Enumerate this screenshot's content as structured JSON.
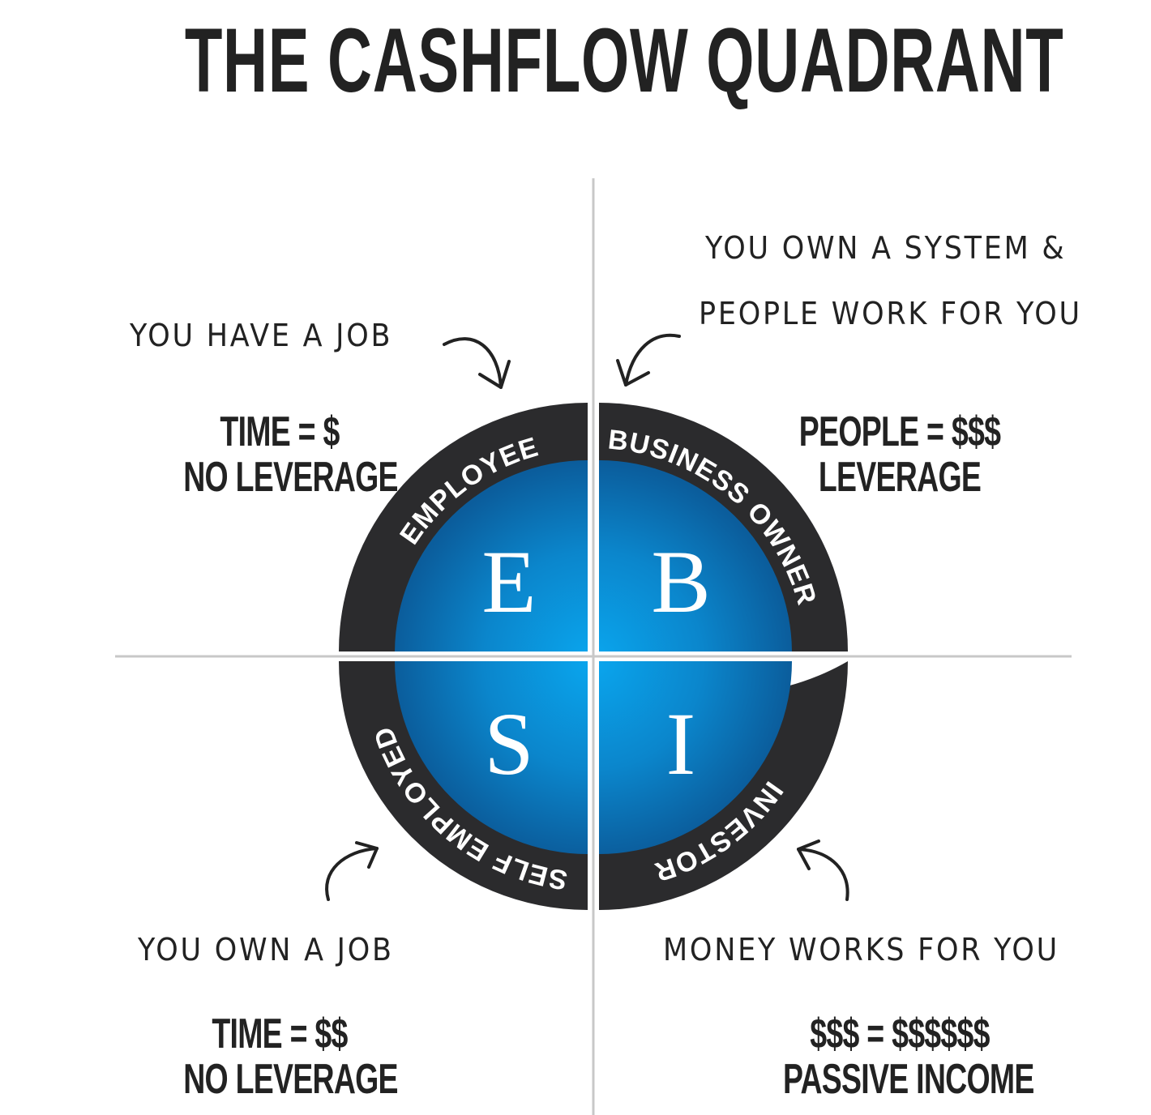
{
  "title": "THE CASHFLOW QUADRANT",
  "quadrants": {
    "employee": {
      "letter": "E",
      "ring_label": "EMPLOYEE",
      "note": "YOU HAVE A JOB",
      "stat_line1": "TIME = $",
      "stat_line2": "NO LEVERAGE"
    },
    "business_owner": {
      "letter": "B",
      "ring_label": "BUSINESS OWNER",
      "note_line1": "YOU OWN A SYSTEM &",
      "note_line2": "PEOPLE WORK FOR YOU",
      "stat_line1": "PEOPLE = $$$",
      "stat_line2": "LEVERAGE"
    },
    "self_employed": {
      "letter": "S",
      "ring_label": "SELF EMPLOYED",
      "note": "YOU OWN A JOB",
      "stat_line1": "TIME = $$",
      "stat_line2": "NO LEVERAGE"
    },
    "investor": {
      "letter": "I",
      "ring_label": "INVESTOR",
      "note": "MONEY WORKS FOR YOU",
      "stat_line1": "$$$ = $$$$$$",
      "stat_line2": "PASSIVE INCOME"
    }
  },
  "colors": {
    "ring": "#2b2b2d",
    "blue_center": "#0aa6ee",
    "blue_edge": "#0b5d9c",
    "text": "#222222",
    "axis": "#c8c8c8"
  }
}
